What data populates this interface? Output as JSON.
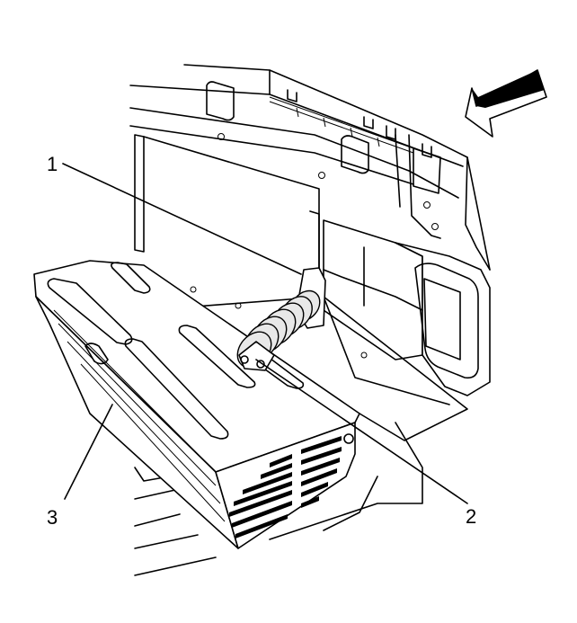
{
  "callouts": [
    {
      "id": "1",
      "label": "1"
    },
    {
      "id": "2",
      "label": "2"
    },
    {
      "id": "3",
      "label": "3"
    }
  ],
  "icons": {
    "direction_arrow": "forward-direction-arrow-icon"
  },
  "colors": {
    "line": "#000000",
    "background": "#ffffff"
  }
}
